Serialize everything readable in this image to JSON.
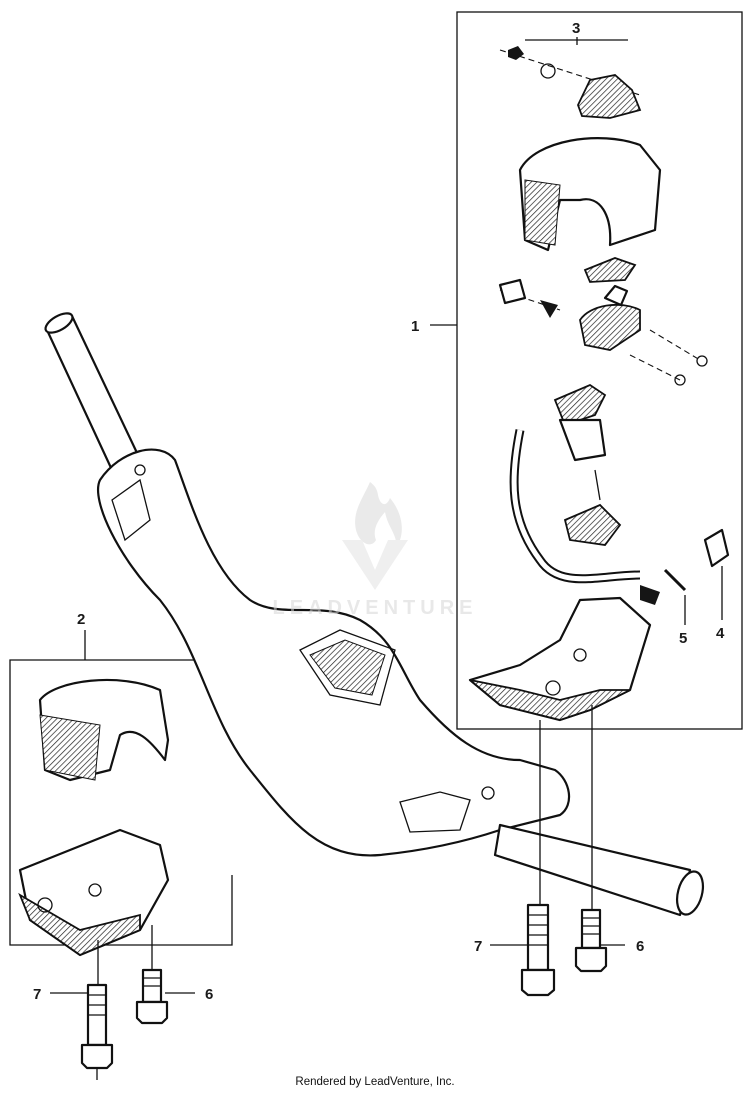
{
  "callouts": {
    "c1": "1",
    "c2": "2",
    "c3": "3",
    "c4": "4",
    "c5": "5",
    "c6_right": "6",
    "c7_right": "7",
    "c6_left": "6",
    "c7_left": "7"
  },
  "watermark": {
    "brand": "LEADVENTURE"
  },
  "footer": {
    "text": "Rendered by LeadVenture, Inc."
  }
}
